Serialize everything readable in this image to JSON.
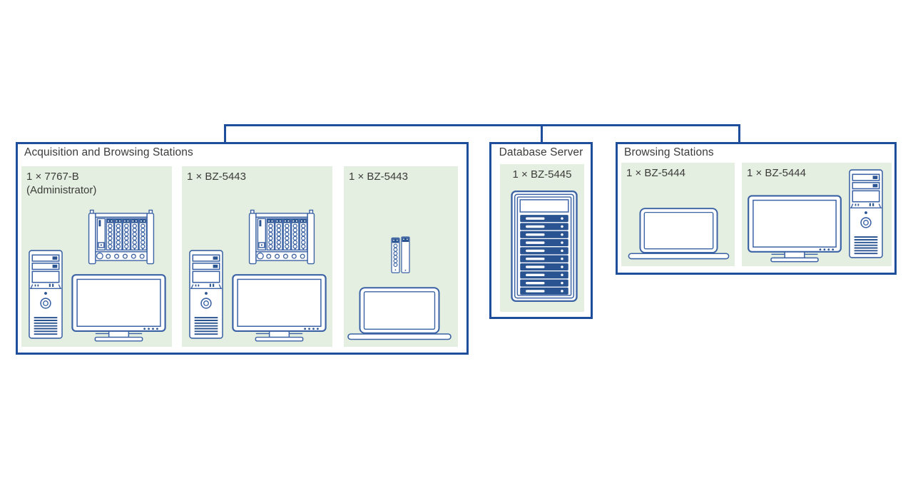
{
  "diagram": {
    "groups": [
      {
        "title": "Acquisition and Browsing Stations",
        "stations": [
          {
            "label": "1 × 7767-B",
            "label2": "(Administrator)",
            "equipment": [
              "tower-pc",
              "lanxi-rack",
              "monitor"
            ]
          },
          {
            "label": "1 × BZ-5443",
            "equipment": [
              "tower-pc",
              "lanxi-rack",
              "monitor"
            ]
          },
          {
            "label": "1 × BZ-5443",
            "equipment": [
              "mini-module",
              "laptop"
            ]
          }
        ]
      },
      {
        "title": "Database Server",
        "stations": [
          {
            "label": "1 × BZ-5445",
            "equipment": [
              "server-tower"
            ]
          }
        ]
      },
      {
        "title": "Browsing Stations",
        "stations": [
          {
            "label": "1 × BZ-5444",
            "equipment": [
              "laptop"
            ]
          },
          {
            "label": "1 × BZ-5444",
            "equipment": [
              "monitor",
              "tower-pc"
            ]
          }
        ]
      }
    ],
    "colors": {
      "connector_line": "#1e4e9b",
      "icon_stroke": "#3a62a4",
      "icon_fill": "#2a5491",
      "panel_background": "#e5efe1",
      "text": "#3b3b3a"
    }
  }
}
